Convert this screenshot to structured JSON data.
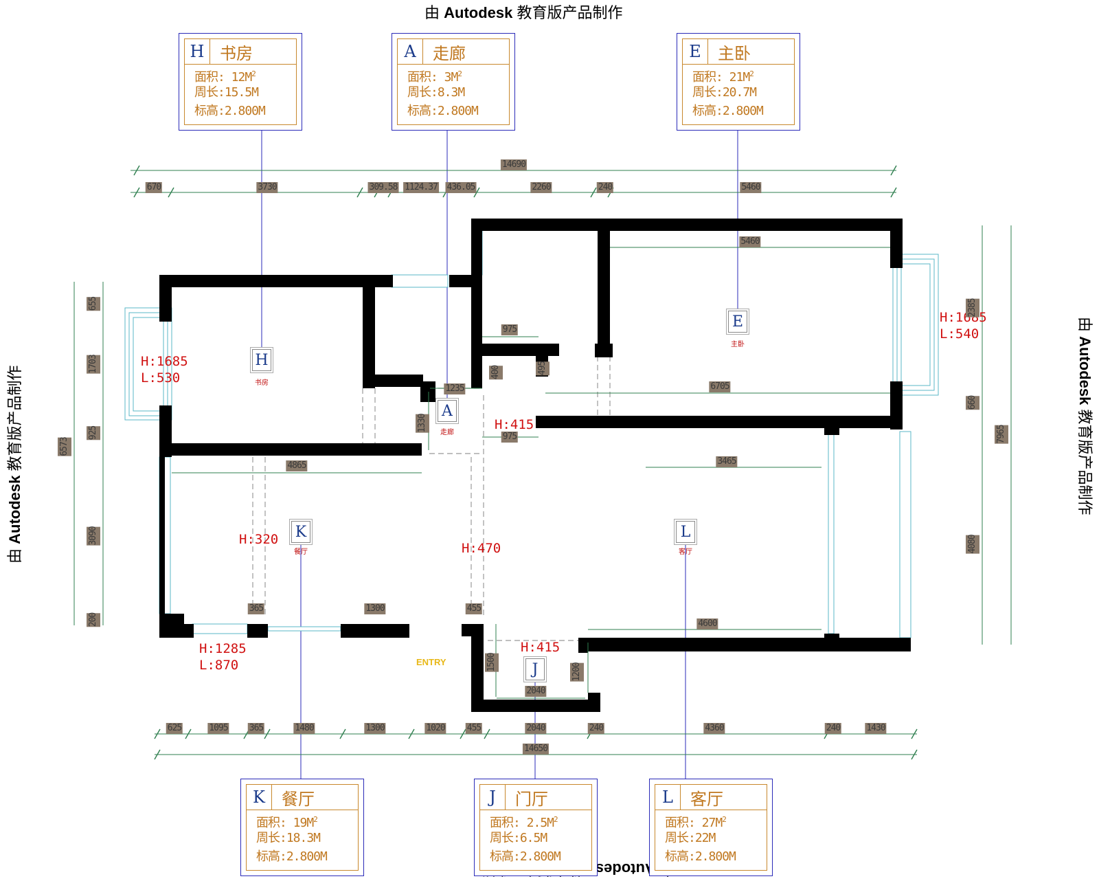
{
  "watermark": {
    "prefix": "由",
    "brand": "Autodesk",
    "suffix": "教育版产品制作"
  },
  "rooms": [
    {
      "code": "H",
      "name": "书房",
      "area": "面积: 12M",
      "perimeter": "周长:15.5M",
      "elevation": "标高:2.800M",
      "tag_label": "书房"
    },
    {
      "code": "A",
      "name": "走廊",
      "area": "面积: 3M",
      "perimeter": "周长:8.3M",
      "elevation": "标高:2.800M",
      "tag_label": "走廊"
    },
    {
      "code": "E",
      "name": "主卧",
      "area": "面积: 21M",
      "perimeter": "周长:20.7M",
      "elevation": "标高:2.800M",
      "tag_label": "主卧"
    },
    {
      "code": "K",
      "name": "餐厅",
      "area": "面积: 19M",
      "perimeter": "周长:18.3M",
      "elevation": "标高:2.800M",
      "tag_label": "餐厅"
    },
    {
      "code": "J",
      "name": "门厅",
      "area": "面积: 2.5M",
      "perimeter": "周长:6.5M",
      "elevation": "标高:2.800M",
      "tag_label": ""
    },
    {
      "code": "L",
      "name": "客厅",
      "area": "面积: 27M",
      "perimeter": "周长:22M",
      "elevation": "标高:2.800M",
      "tag_label": "客厅"
    }
  ],
  "area_exponent": "2",
  "dimensions": {
    "top_total": "14690",
    "top_row": [
      "670",
      "3730",
      "309.58",
      "1124.37",
      "436.05",
      "2260",
      "240",
      "5460"
    ],
    "bottom_total": "14650",
    "bottom_row": [
      "625",
      "1095",
      "365",
      "1480",
      "1300",
      "1020",
      "455",
      "2040",
      "240",
      "4360",
      "240",
      "1430"
    ],
    "left_total": "6573",
    "left_row": [
      "655",
      "1703",
      "925",
      "3090",
      "200"
    ],
    "right_total": "7965",
    "right_row": [
      "2385",
      "660",
      "4080"
    ],
    "interior": [
      "5460",
      "975",
      "400",
      "495",
      "1235",
      "1330",
      "975",
      "6705",
      "4865",
      "3465",
      "365",
      "1300",
      "455",
      "4600",
      "1500",
      "2040",
      "1200"
    ]
  },
  "annotations": {
    "study_window": [
      "H:1685",
      "L:530"
    ],
    "bed_window": [
      "H:1685",
      "L:540"
    ],
    "dining_window": [
      "H:1285",
      "L:870"
    ],
    "corridor_h": "H:415",
    "dining_h": "H:320",
    "living_h": "H:470",
    "foyer_h": "H:415"
  },
  "entry_label": "ENTRY",
  "colors": {
    "wall": "#000000",
    "leader": "#2a2ab8",
    "label_orange": "#c07820",
    "dim_line": "#2f7f4f",
    "window": "#5ab7c7",
    "annotation_red": "#d01010"
  }
}
